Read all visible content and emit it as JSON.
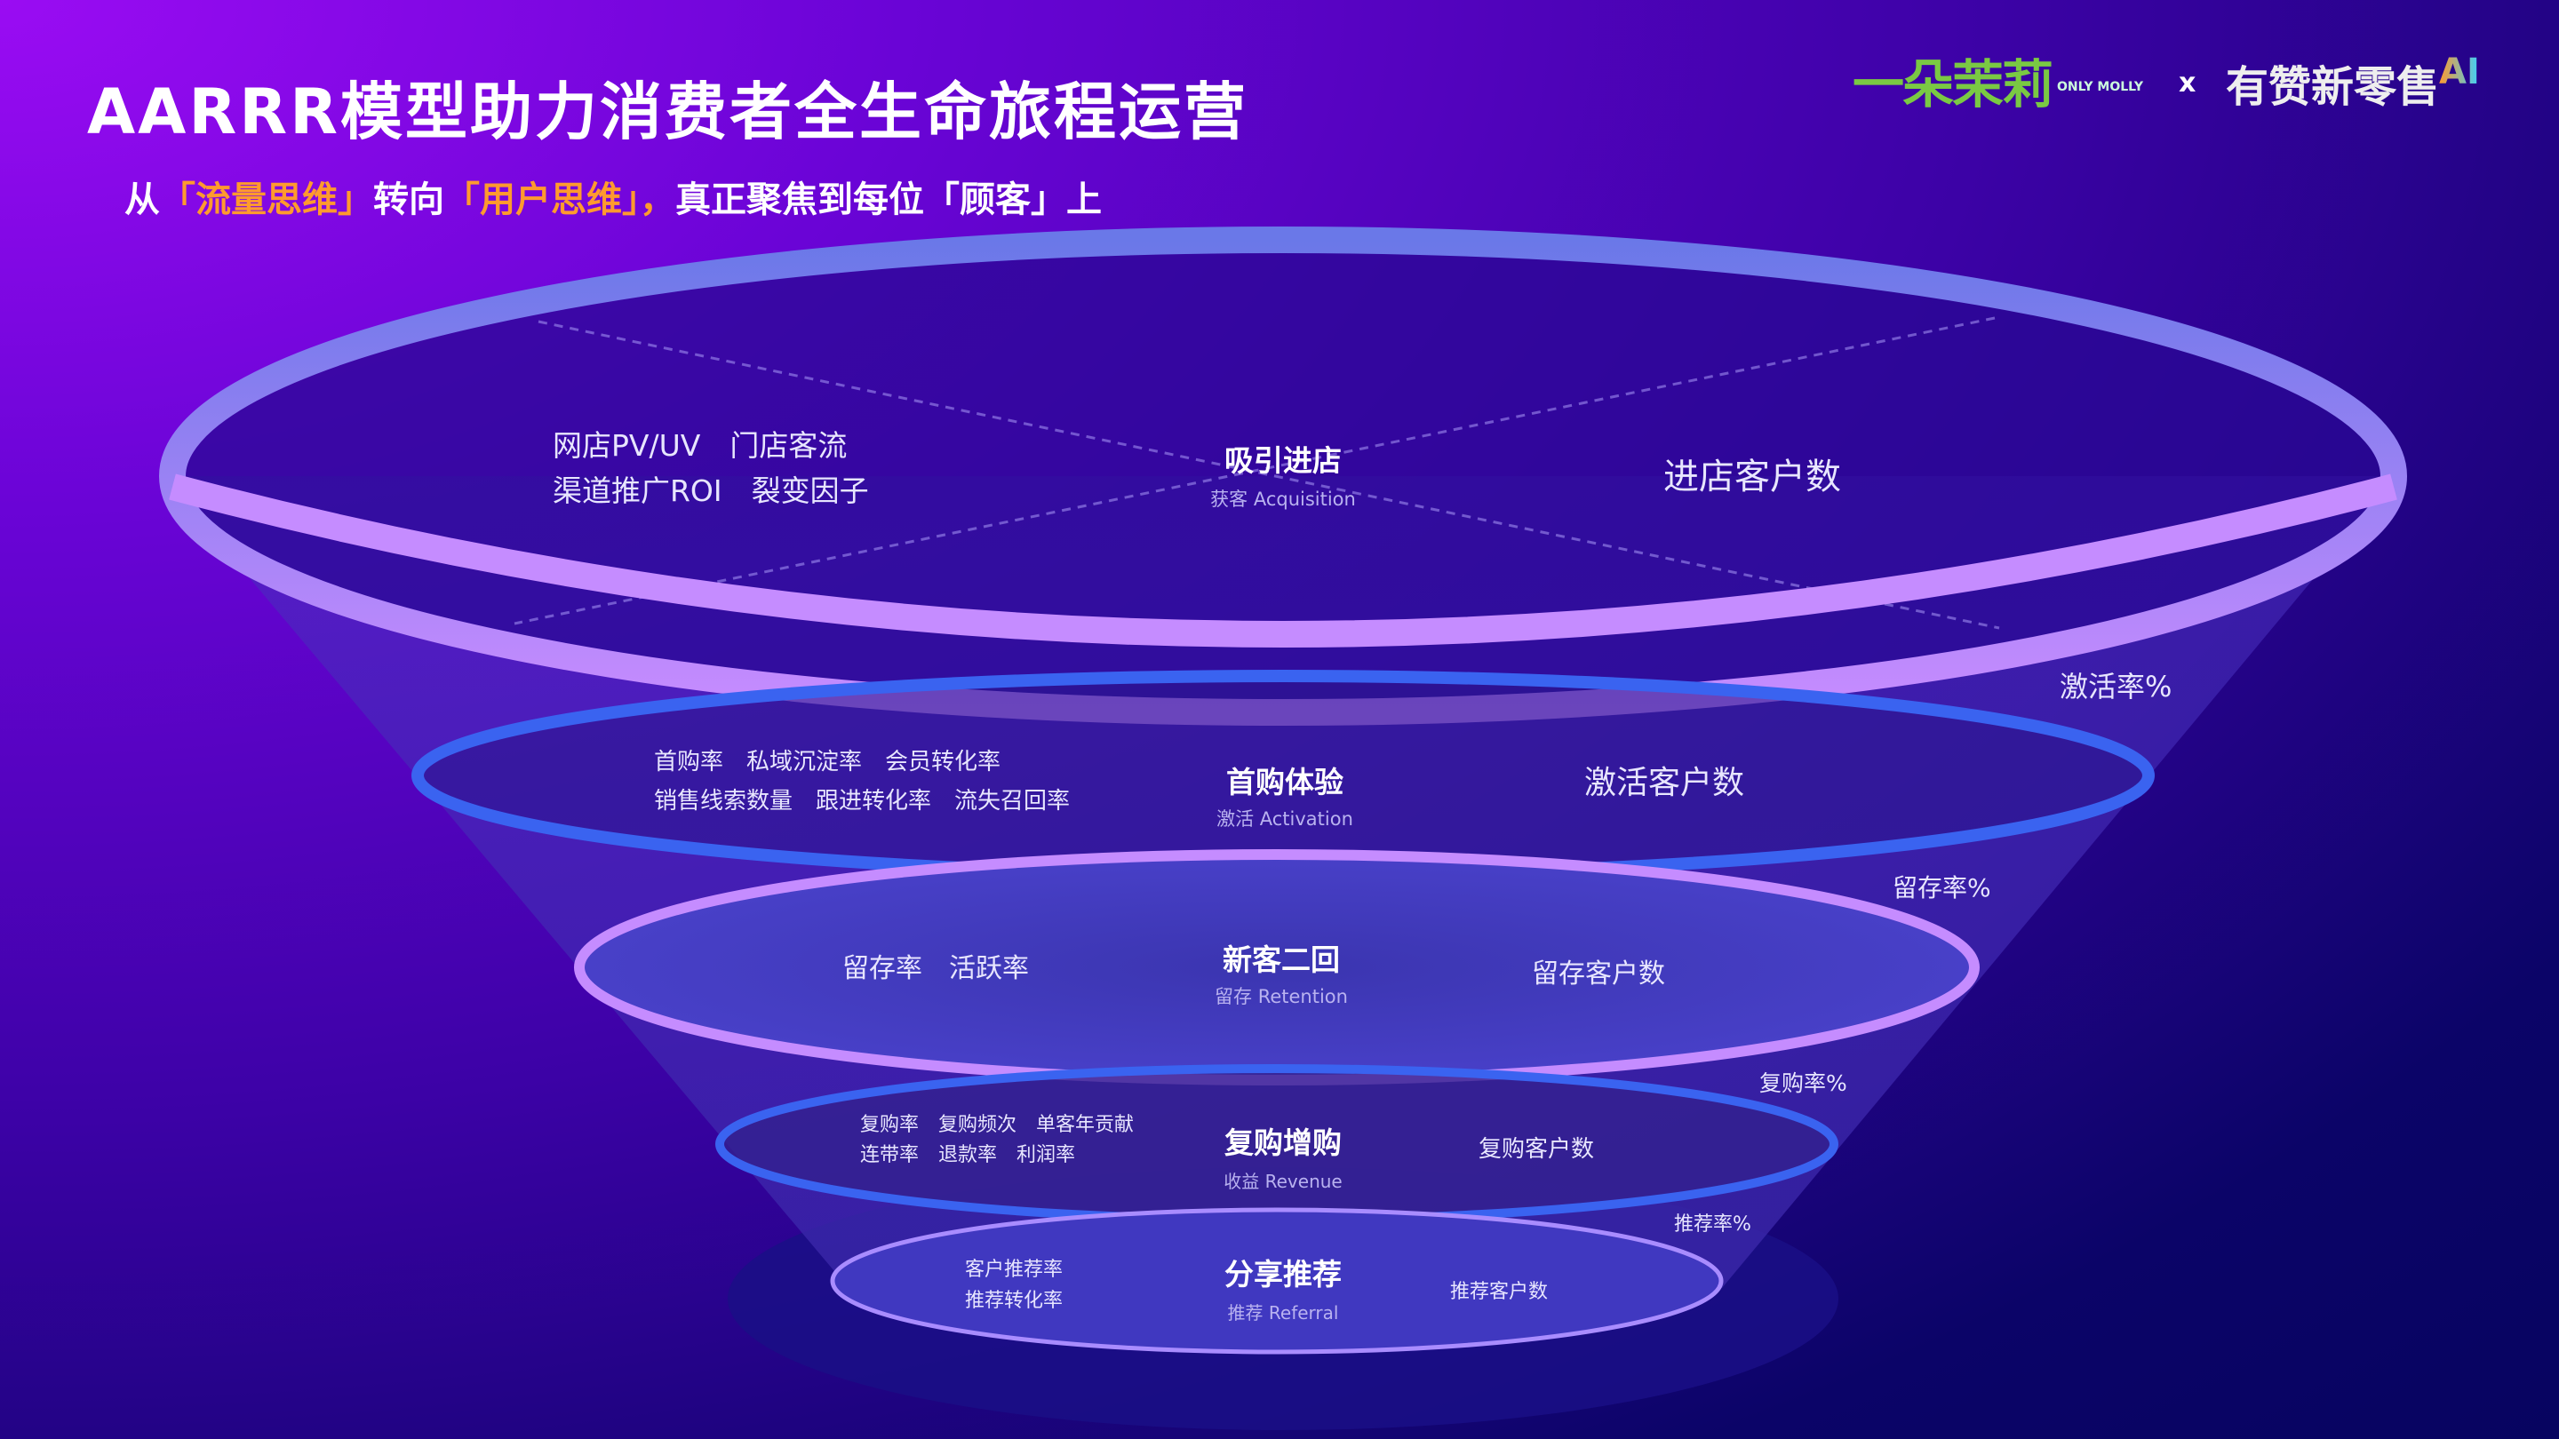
{
  "header": {
    "title": "AARRR模型助力消费者全生命旅程运营",
    "subtitle_parts": [
      "从",
      "「流量思维」",
      "转向",
      "「用户思维」，",
      "真正聚焦到每位「顾客」上"
    ],
    "logo_left": "一朵茉莉",
    "logo_left_small": "ONLY MOLLY",
    "separator": "x",
    "logo_right": "有赞新零售",
    "logo_right_ai": "AI"
  },
  "stages": [
    {
      "title": "吸引进店",
      "sub": "获客 Acquisition",
      "metrics_line1": "网店PV/UV　门店客流",
      "metrics_line2": "渠道推广ROI　裂变因子",
      "result": "进店客户数"
    },
    {
      "title": "首购体验",
      "sub": "激活 Activation",
      "metrics_line1": "首购率　私域沉淀率　会员转化率",
      "metrics_line2": "销售线索数量　跟进转化率　流失召回率",
      "result": "激活客户数"
    },
    {
      "title": "新客二回",
      "sub": "留存 Retention",
      "metrics_line1": "留存率　活跃率",
      "metrics_line2": "",
      "result": "留存客户数"
    },
    {
      "title": "复购增购",
      "sub": "收益 Revenue",
      "metrics_line1": "复购率　复购频次　单客年贡献",
      "metrics_line2": "连带率　退款率　利润率",
      "result": "复购客户数"
    },
    {
      "title": "分享推荐",
      "sub": "推荐 Referral",
      "metrics_line1": "客户推荐率",
      "metrics_line2": "推荐转化率",
      "result": "推荐客户数"
    }
  ],
  "rates": [
    "激活率%",
    "留存率%",
    "复购率%",
    "推荐率%"
  ],
  "colors": {
    "accent": "#ff9a2e",
    "ring_purple": "#c58cff",
    "ring_blue": "#3a63f0",
    "logo_green": "#7ac943"
  }
}
